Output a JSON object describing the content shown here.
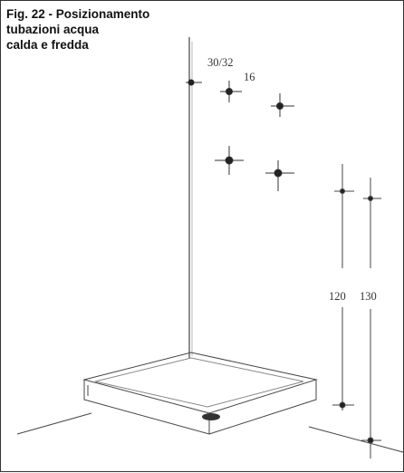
{
  "figure": {
    "caption_lines": [
      "Fig. 22 - Posizionamento",
      "tubazioni acqua",
      "calda e fredda"
    ],
    "labels": {
      "top_height": "30/32",
      "upper_spacing": "16",
      "left_height": "120",
      "right_height": "130"
    },
    "colors": {
      "line": "#333333",
      "text": "#111111"
    }
  }
}
